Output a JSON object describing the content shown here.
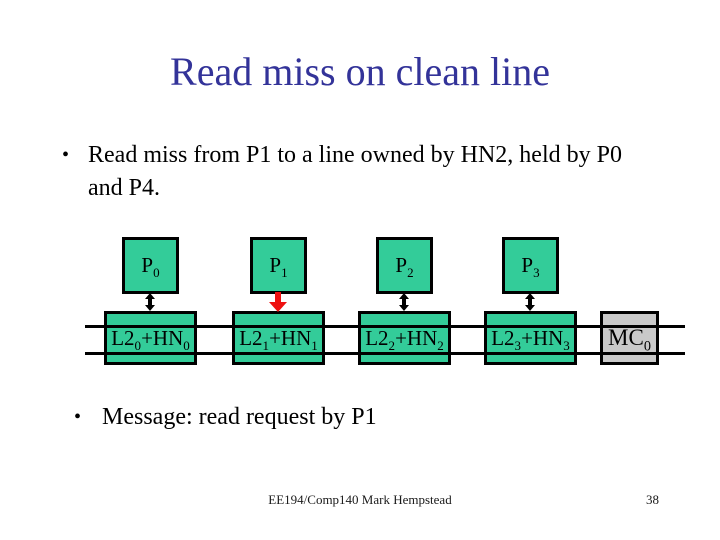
{
  "slide": {
    "title": "Read miss on clean line",
    "bullets": [
      {
        "marker": "•",
        "text": "Read miss from P1 to a line owned by HN2, held by P0 and P4."
      },
      {
        "marker": "•",
        "text": "Message: read request by P1"
      }
    ],
    "footer": {
      "course": "EE194/Comp140 Mark Hempstead",
      "page_number": "38"
    }
  },
  "colors": {
    "title_blue": "#333399",
    "node_fill_green": "#33CC99",
    "memory_fill_gray": "#C9C9C9",
    "request_arrow_red": "#EE1111",
    "bus_line_black": "#000000"
  },
  "diagram": {
    "columns": [
      {
        "p_base": "P",
        "p_sub": "0",
        "l2_base": "L2",
        "l2_sub": "0",
        "hn_base": "+HN",
        "hn_sub": "0",
        "arrow": "bidirectional-black"
      },
      {
        "p_base": "P",
        "p_sub": "1",
        "l2_base": "L2",
        "l2_sub": "1",
        "hn_base": "+HN",
        "hn_sub": "1",
        "arrow": "down-red-read-request"
      },
      {
        "p_base": "P",
        "p_sub": "2",
        "l2_base": "L2",
        "l2_sub": "2",
        "hn_base": "+HN",
        "hn_sub": "2",
        "arrow": "bidirectional-black"
      },
      {
        "p_base": "P",
        "p_sub": "3",
        "l2_base": "L2",
        "l2_sub": "3",
        "hn_base": "+HN",
        "hn_sub": "3",
        "arrow": "bidirectional-black"
      }
    ],
    "memory_controller": {
      "base": "MC",
      "sub": "0"
    }
  }
}
